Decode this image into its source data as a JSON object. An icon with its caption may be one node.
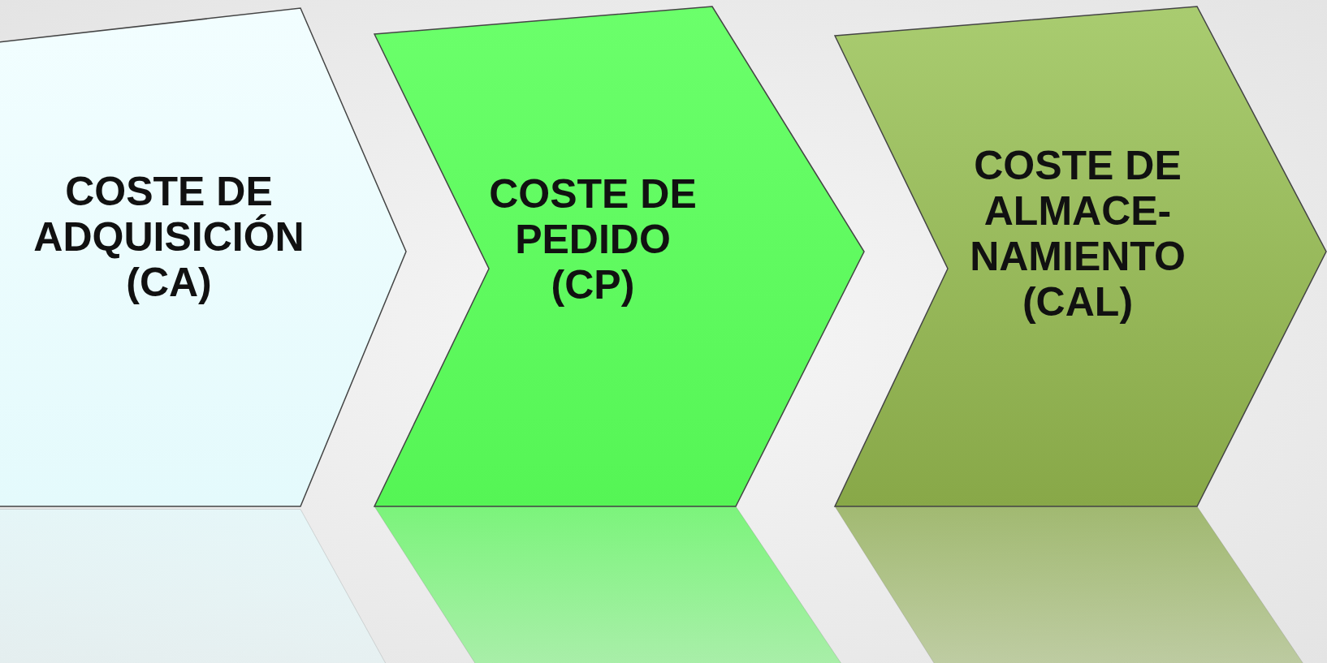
{
  "diagram": {
    "nodes": [
      {
        "text": [
          "COSTE DE ADQUISICIÓN (CA)"
        ]
      },
      {
        "text": [
          "COSTE DE PEDIDO (CP)"
        ]
      },
      {
        "text": [
          "COSTE DE ALMACE- NAMIENTO (CAL)"
        ]
      }
    ]
  }
}
